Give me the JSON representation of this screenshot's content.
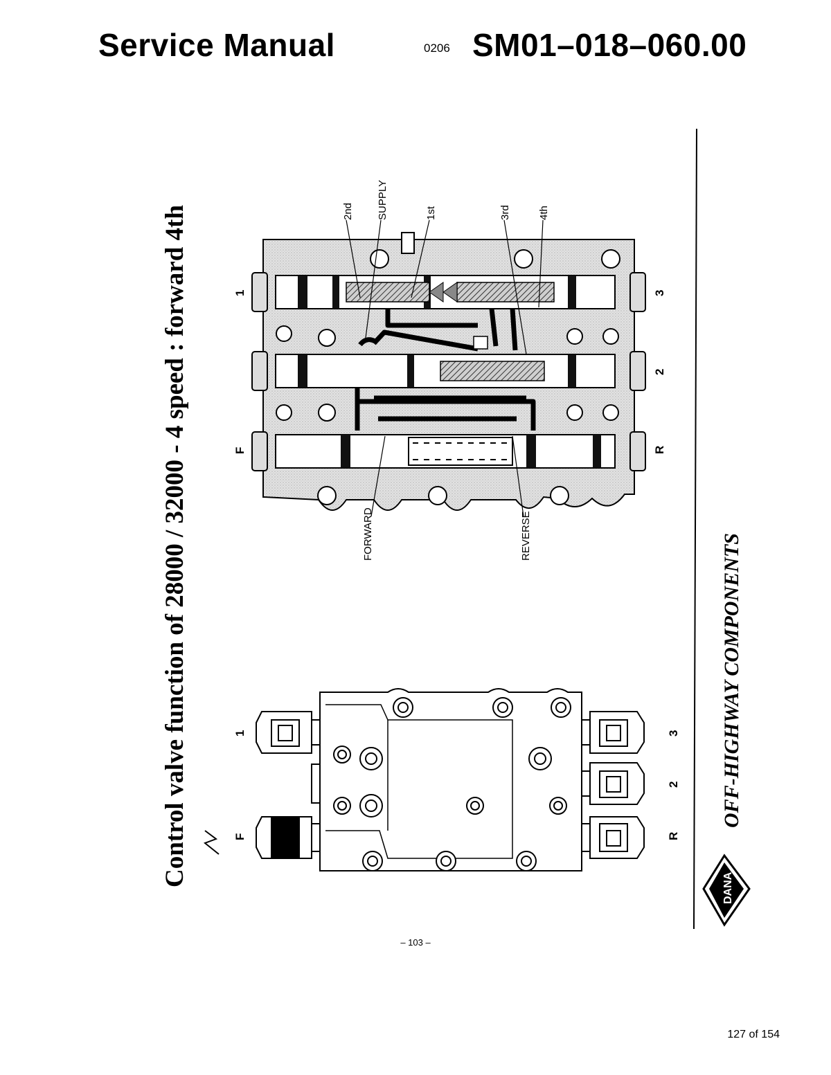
{
  "header": {
    "title": "Service Manual",
    "revision": "0206",
    "doc_code": "SM01–018–060.00"
  },
  "figure": {
    "title": "Control valve function of  28000 / 32000 - 4 speed : forward 4th",
    "section_labels": {
      "second": "2nd",
      "supply": "SUPPLY",
      "first": "1st",
      "third": "3rd",
      "fourth": "4th",
      "forward": "FORWARD",
      "reverse": "REVERSE"
    },
    "solenoid_labels": {
      "s1": "1",
      "s2": "2",
      "s3": "3",
      "sF": "F",
      "sR": "R"
    },
    "active_solenoid": "F"
  },
  "branding": {
    "tagline": "OFF-HIGHWAY COMPONENTS",
    "logo_text": "DANA"
  },
  "footer": {
    "page_number": "– 103 –",
    "page_count": "127 of 154"
  }
}
